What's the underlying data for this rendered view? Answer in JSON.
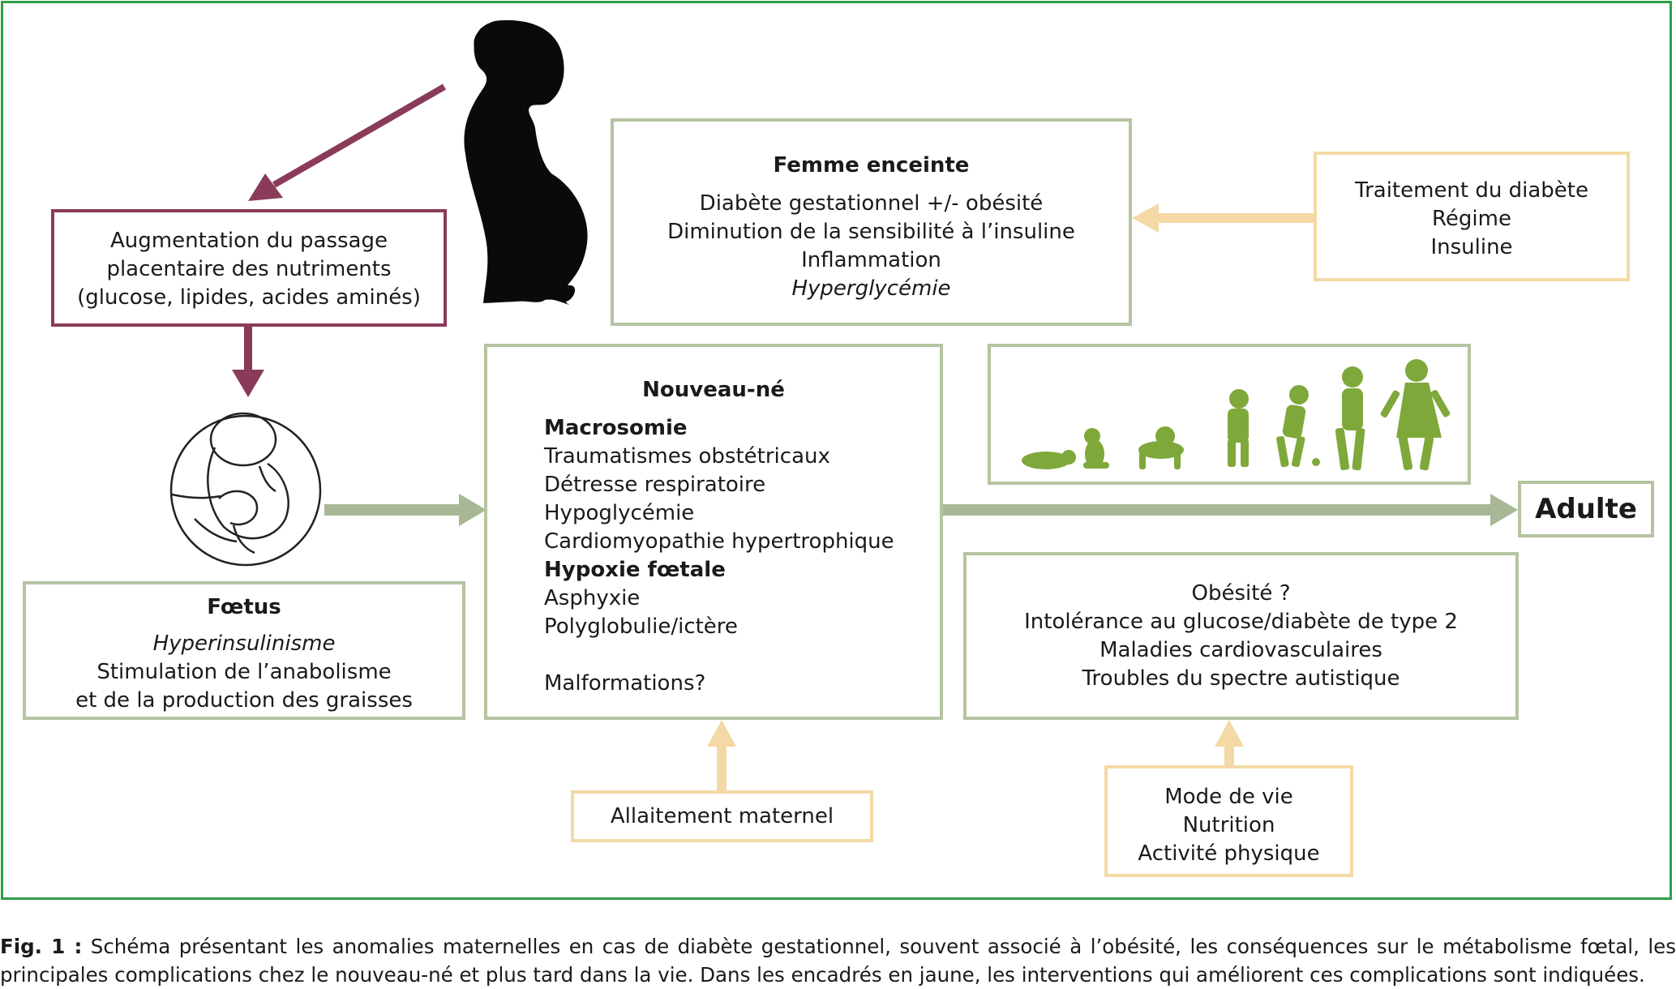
{
  "mother_box": {
    "title": "Femme enceinte",
    "lines": [
      "Diabète gestationnel +/- obésité",
      "Diminution de la sensibilité à l’insuline",
      "Inflammation"
    ],
    "italic_line": "Hyperglycémie"
  },
  "treatment_box": {
    "lines": [
      "Traitement du diabète",
      "Régime",
      "Insuline"
    ]
  },
  "placenta_box": {
    "lines": [
      "Augmentation du passage",
      "placentaire des nutriments",
      "(glucose, lipides, acides aminés)"
    ]
  },
  "fetus_box": {
    "title": "Fœtus",
    "italic_line": "Hyperinsulinisme",
    "lines": [
      "Stimulation de l’anabolisme",
      "et de la production des graisses"
    ]
  },
  "newborn_box": {
    "title": "Nouveau-né",
    "items": [
      {
        "text": "Macrosomie",
        "bold": true
      },
      {
        "text": "Traumatismes obstétricaux",
        "bold": false
      },
      {
        "text": "Détresse respiratoire",
        "bold": false
      },
      {
        "text": "Hypoglycémie",
        "bold": false
      },
      {
        "text": "Cardiomyopathie hypertrophique",
        "bold": false
      },
      {
        "text": "Hypoxie fœtale",
        "bold": true
      },
      {
        "text": "Asphyxie",
        "bold": false
      },
      {
        "text": "Polyglobulie/ictère",
        "bold": false
      },
      {
        "text": "",
        "bold": false
      },
      {
        "text": "Malformations?",
        "bold": false
      }
    ]
  },
  "breastfeeding_box": {
    "label": "Allaitement maternel"
  },
  "adult_box": {
    "label": "Adulte"
  },
  "later_box": {
    "lines": [
      "Obésité ?",
      "Intolérance au glucose/diabète de type 2",
      "Maladies cardiovasculaires",
      "Troubles du spectre autistique"
    ]
  },
  "lifestyle_box": {
    "lines": [
      "Mode de vie",
      "Nutrition",
      "Activité physique"
    ]
  },
  "caption": {
    "label": "Fig. 1 :",
    "text": "Schéma présentant les anomalies maternelles en cas de diabète gestationnel, souvent associé à l’obésité, les conséquences sur le métabolisme fœtal, les principales complications chez le nouveau-né et plus tard dans la vie. Dans les encadrés en jaune, les interventions qui améliorent ces complications sont indiquées."
  },
  "colors": {
    "frame": "#2f9e44",
    "box_green": "#b5c4a1",
    "arrow_green": "#a8b896",
    "box_plum": "#8a3b5a",
    "box_tan": "#f4d9a6",
    "child_green": "#7fa83a"
  },
  "icons": [
    "pregnant-woman-silhouette",
    "fetus-icon",
    "child-growth-silhouettes"
  ]
}
